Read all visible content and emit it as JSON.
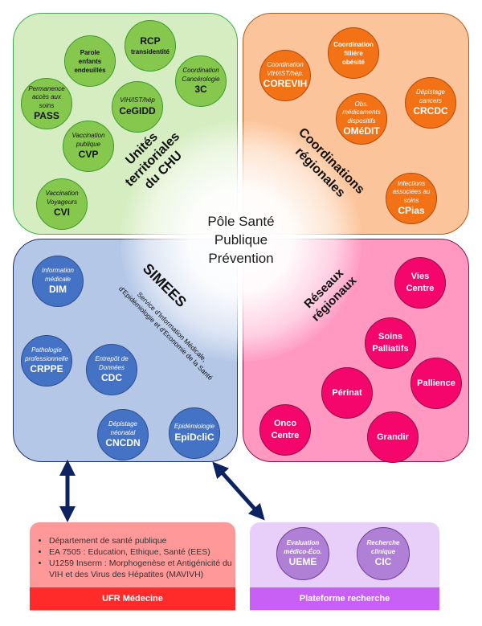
{
  "center": {
    "line1": "Pôle Santé",
    "line2": "Publique",
    "line3": "Prévention"
  },
  "quadrants": {
    "green": {
      "title_lines": [
        "Unités",
        "territoriales",
        "du CHU"
      ],
      "color": "#86c84e",
      "circles": [
        {
          "sub": "",
          "main": "",
          "bold_lines": [
            "Parole",
            "enfants",
            "endeuillés"
          ]
        },
        {
          "sub": "",
          "main": "RCP",
          "bold_sub": "transidentité"
        },
        {
          "sub": "Coordination Cancérologie",
          "main": "3C"
        },
        {
          "sub": "Permanence accès aux soins",
          "main": "PASS"
        },
        {
          "sub": "VIH/IST/hép",
          "main": "CeGIDD"
        },
        {
          "sub": "Vaccination publique",
          "main": "CVP"
        },
        {
          "sub": "Vaccination Voyageurs",
          "main": "CVI"
        }
      ]
    },
    "orange": {
      "title_lines": [
        "Coordinations",
        "régionales"
      ],
      "color": "#f47216",
      "circles": [
        {
          "bold_lines": [
            "Coordination",
            "fillière",
            "obésité"
          ]
        },
        {
          "sub": "Coordination VIH/IST/hép.",
          "main": "COREVIH"
        },
        {
          "sub": "Dépistage cancers",
          "main": "CRCDC"
        },
        {
          "sub": "Obs. médicaments dispositifs",
          "main": "OMéDIT"
        },
        {
          "sub": "Infections associées au soins",
          "main": "CPias"
        }
      ]
    },
    "blue": {
      "title": "SIMEES",
      "subtitle_lines": [
        "Service d'Information Médicale,",
        "d'Epidémiologie et d'Economie de la Santé"
      ],
      "color": "#4472c4",
      "circles": [
        {
          "sub": "Information médicale",
          "main": "DIM"
        },
        {
          "sub": "Pathologie professionnelle",
          "main": "CRPPE"
        },
        {
          "sub": "Entrepôt de Données",
          "main": "CDC"
        },
        {
          "sub": "Dépistage néonatal",
          "main": "CNCDN"
        },
        {
          "sub": "Epidémiologie",
          "main": "EpiDcliC"
        }
      ]
    },
    "pink": {
      "title_lines": [
        "Réseaux",
        "régionaux"
      ],
      "color": "#f4066c",
      "circles": [
        {
          "bold_lines": [
            "Vies",
            "Centre"
          ]
        },
        {
          "bold_lines": [
            "Soins",
            "Palliatifs"
          ]
        },
        {
          "bold_lines": [
            "Pallience"
          ]
        },
        {
          "bold_lines": [
            "Périnat"
          ]
        },
        {
          "bold_lines": [
            "Onco",
            "Centre"
          ]
        },
        {
          "bold_lines": [
            "Grandir"
          ]
        }
      ]
    }
  },
  "ufr": {
    "items": [
      "Département de santé publique",
      "EA 7505 : Education, Ethique, Santé (EES)",
      "U1259 Inserm : Morphogenèse et Antigénicité du VIH et des Virus des Hépatites (MAVIVH)"
    ],
    "title": "UFR Médecine",
    "color": "#ff2a2a"
  },
  "plateforme": {
    "circles": [
      {
        "sub": "Evaluation médico-Éco.",
        "main": "UEME"
      },
      {
        "sub": "Recherche clinique",
        "main": "CIC"
      }
    ],
    "title": "Plateforme recherche",
    "color": "#c860f5"
  },
  "arrow_color": "#0d2260"
}
